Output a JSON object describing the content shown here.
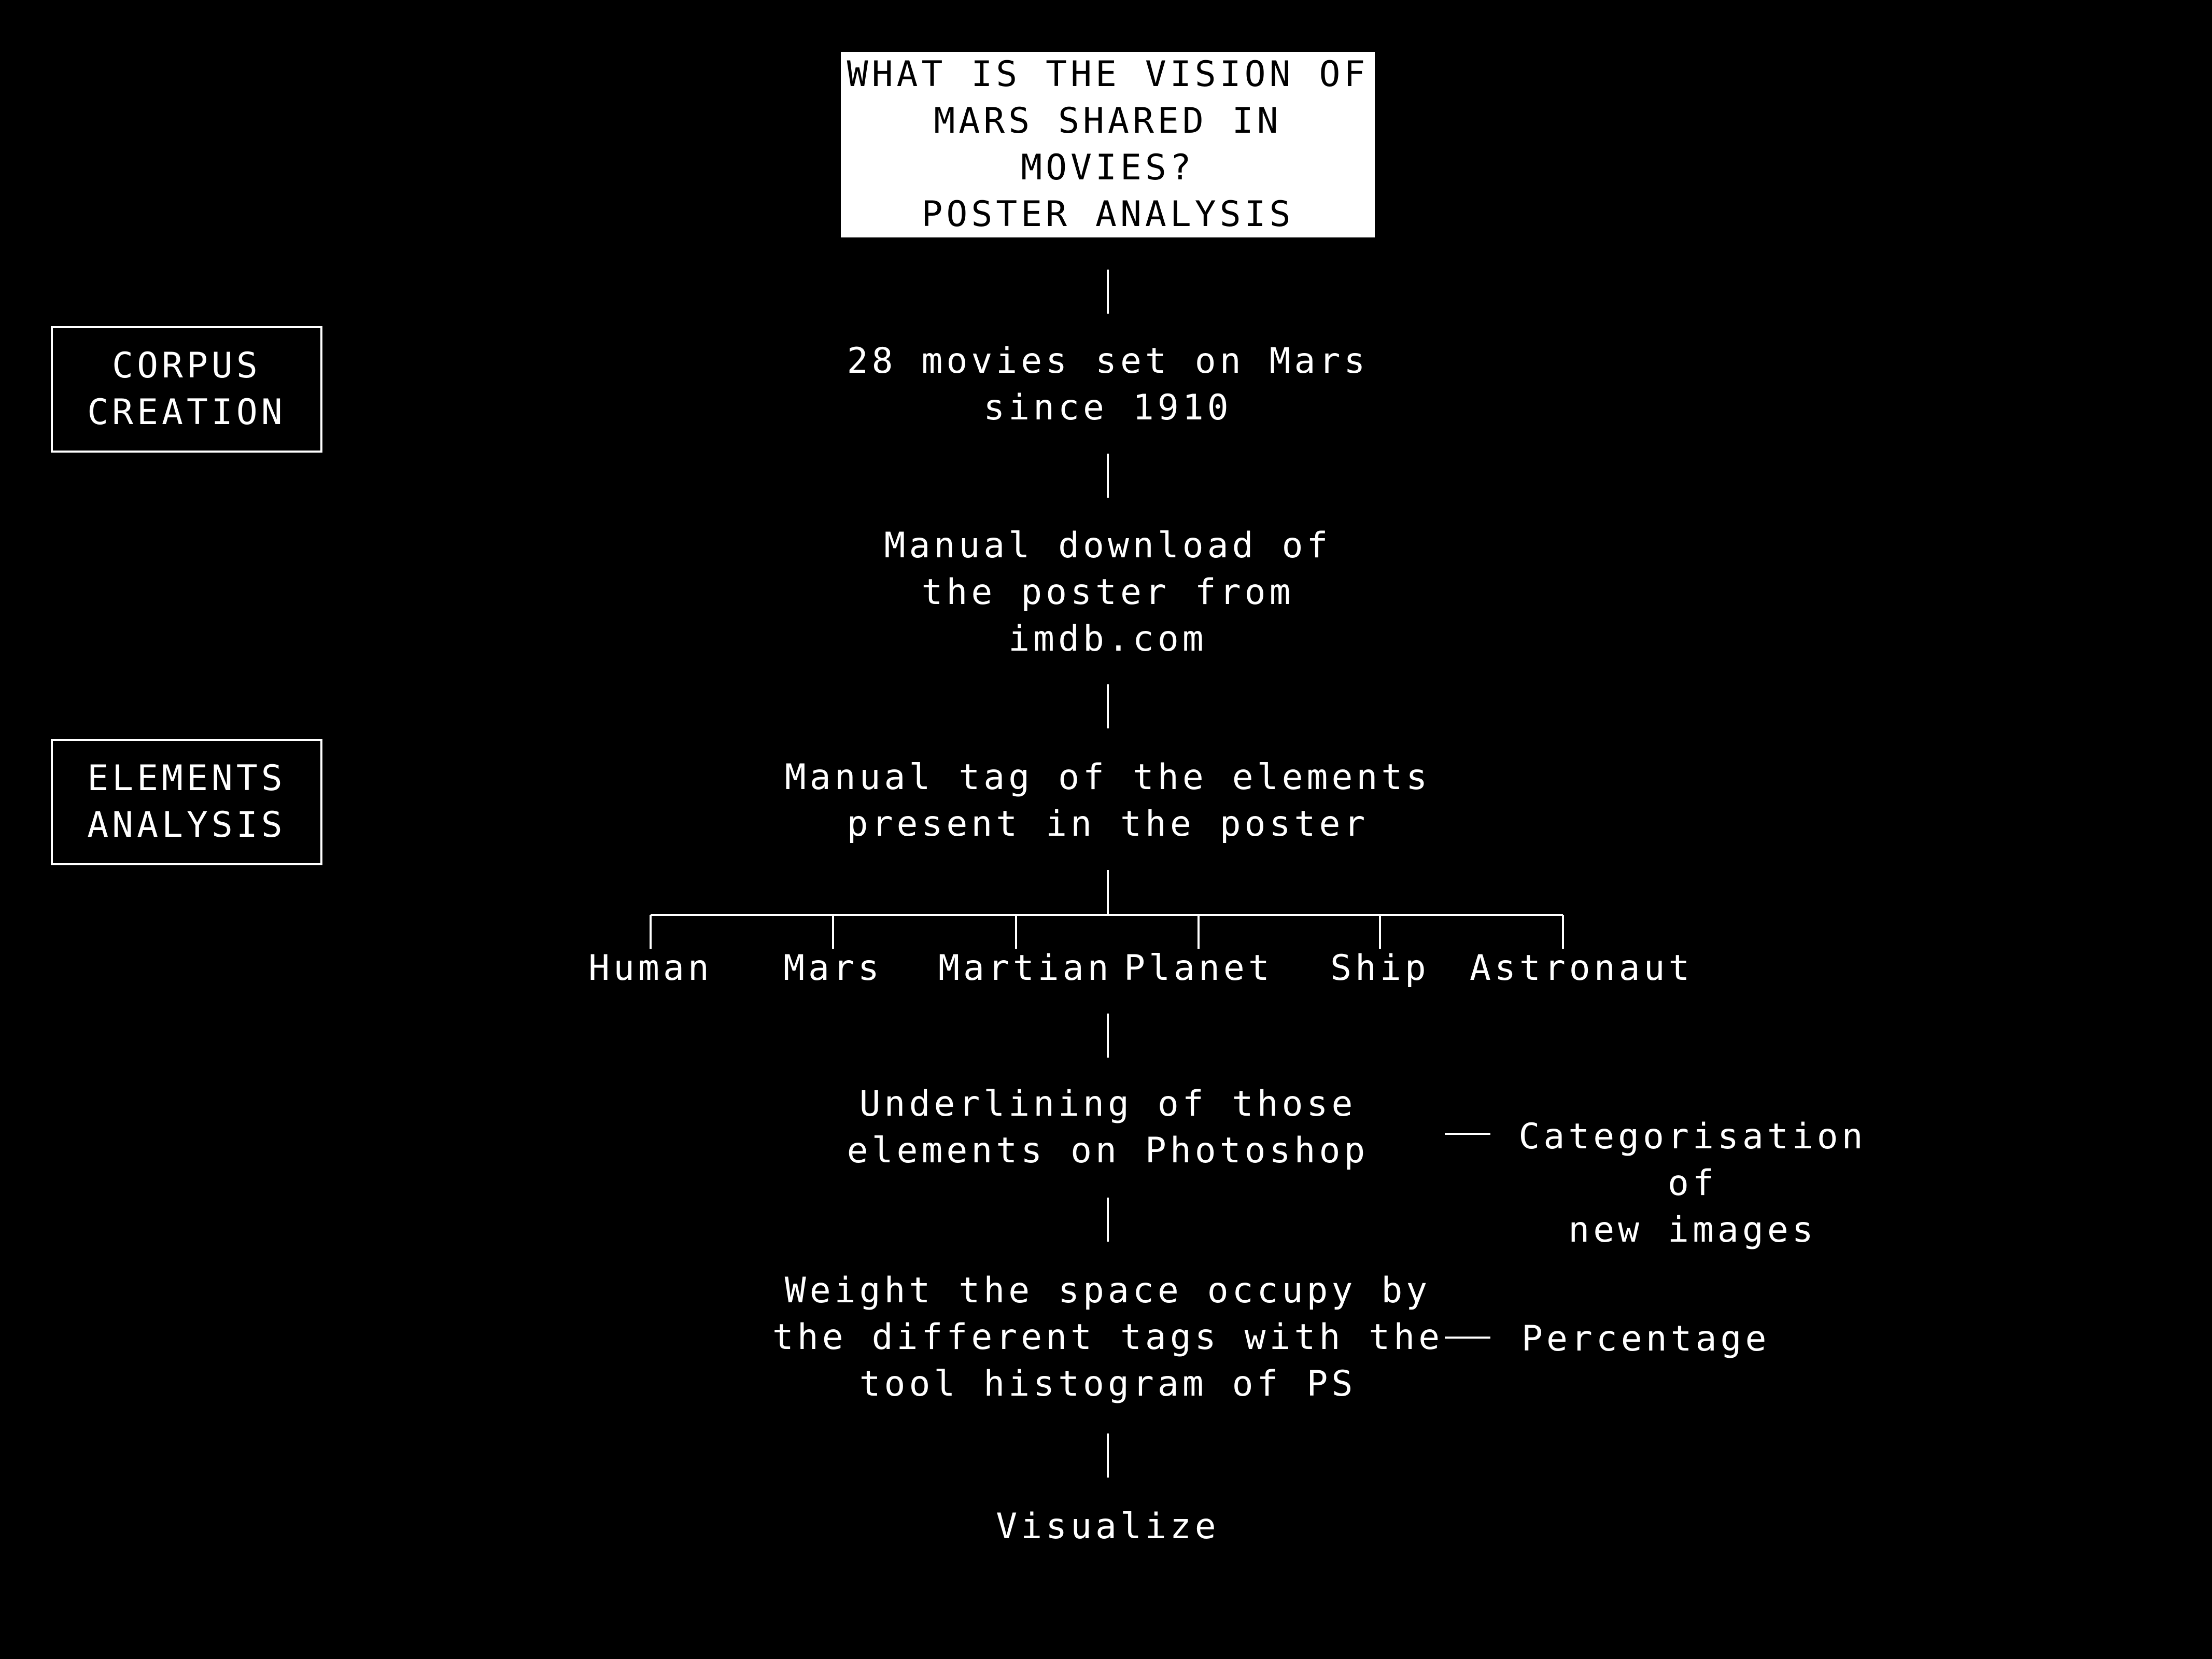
{
  "title_lines": "WHAT IS THE VISION OF\nMARS SHARED IN MOVIES?\nPOSTER ANALYSIS",
  "side_labels": {
    "corpus": "CORPUS\nCREATION",
    "elements": "ELEMENTS\nANALYSIS"
  },
  "steps": {
    "corpus": "28 movies set on Mars\nsince 1910",
    "download": "Manual download of\nthe poster from\nimdb.com",
    "tag": "Manual tag of the elements\npresent in the poster",
    "underline": "Underlining of those\nelements on Photoshop",
    "weight": "Weight the space occupy by\nthe different tags with the\ntool histogram of PS",
    "visualize": "Visualize"
  },
  "tags": [
    "Human",
    "Mars",
    "Martian",
    "Planet",
    "Ship",
    "Astronaut"
  ],
  "notes": {
    "categorisation": "Categorisation of\nnew images",
    "percentage": "Percentage"
  },
  "colors": {
    "background": "#000000",
    "foreground": "#ffffff"
  }
}
